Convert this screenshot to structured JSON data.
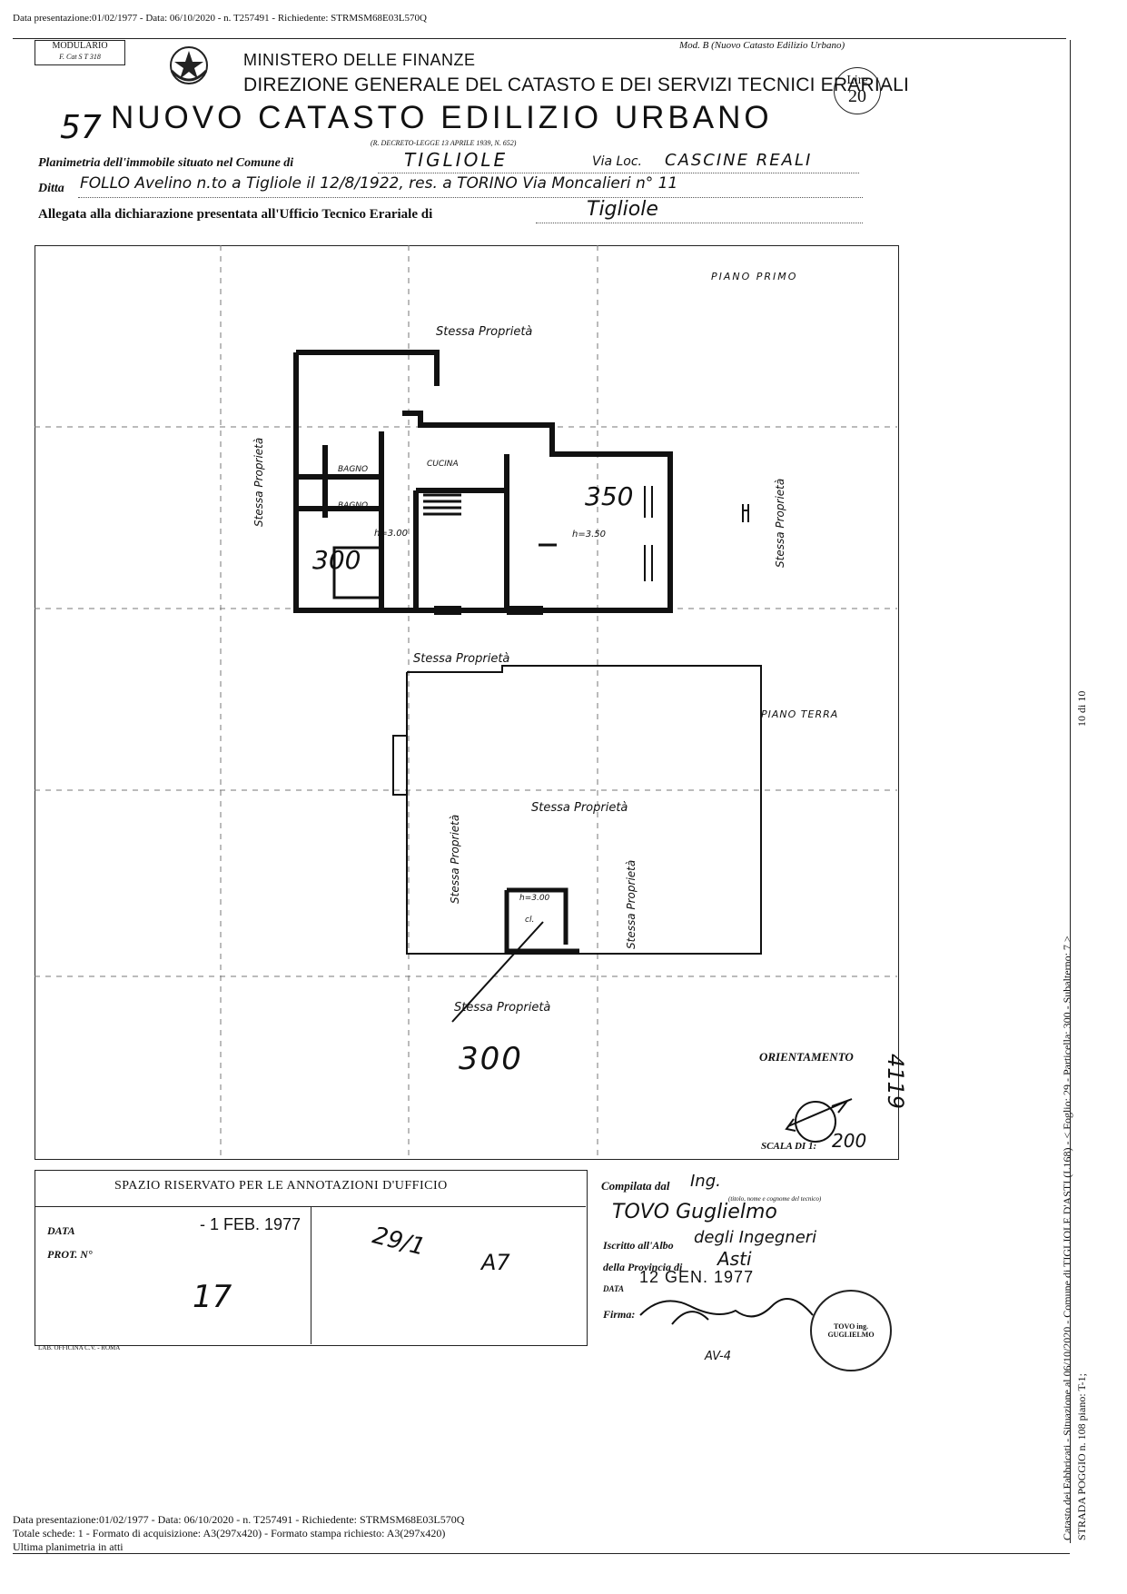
{
  "top_stamp": "Data presentazione:01/02/1977 - Data: 06/10/2020 - n. T257491 - Richiedente: STRMSM68E03L570Q",
  "modulario": {
    "title": "MODULARIO",
    "code": "F. Cat S T 318"
  },
  "mod_b": "Mod. B (Nuovo Catasto Edilizio Urbano)",
  "header": {
    "ministry": "MINISTERO DELLE FINANZE",
    "direction": "DIREZIONE GENERALE DEL CATASTO E DEI SERVIZI TECNICI ERARIALI",
    "title": "NUOVO CATASTO EDILIZIO URBANO",
    "decree": "(R. DECRETO-LEGGE 13 APRILE 1939, N. 652)",
    "number": "57",
    "lire_label": "Lire",
    "lire_value": "20"
  },
  "form": {
    "planimetria_label": "Planimetria dell'immobile situato nel Comune di",
    "comune": "TIGLIOLE",
    "via_label": "Via Loc.",
    "via": "CASCINE REALI",
    "ditta_label": "Ditta",
    "ditta": "FOLLO Avelino n.to a Tigliole il 12/8/1922, res. a TORINO Via Moncalieri n° 11",
    "allegata_label": "Allegata alla dichiarazione presentata all'Ufficio Tecnico Erariale di",
    "ufficio": "Tigliole"
  },
  "plan": {
    "piano_primo": "PIANO PRIMO",
    "piano_terra": "PIANO TERRA",
    "stessa_proprieta": "Stessa Proprietà",
    "bagno": "BAGNO",
    "cucina": "CUCINA",
    "h300": "h=3.00",
    "h350": "h=3.50",
    "n350": "350",
    "n300": "300",
    "n300b": "300",
    "h300b": "h=3.00",
    "cl": "cl.",
    "orientamento": "ORIENTAMENTO",
    "scala_label": "SCALA DI 1:",
    "scala_value": "200",
    "side_note": "4119"
  },
  "annotations": {
    "title": "SPAZIO RISERVATO PER LE ANNOTAZIONI D'UFFICIO",
    "data_label": "DATA",
    "data_value": "- 1 FEB. 1977",
    "prot_label": "PROT. N°",
    "prot_value": "17",
    "mark1": "29/1",
    "mark2": "A7",
    "printer": "LAB. OFFICINA C.V. - ROMA"
  },
  "compilata": {
    "label": "Compilata dal",
    "title": "Ing.",
    "hint": "(titolo, nome e cognome del tecnico)",
    "name": "TOVO Guglielmo",
    "iscritto_label": "Iscritto all'Albo",
    "albo": "degli Ingegneri",
    "provincia_label": "della Provincia di",
    "provincia": "Asti",
    "data_label": "DATA",
    "data": "12 GEN. 1977",
    "firma_label": "Firma:",
    "stamp": "TOVO ing. GUGLIELMO",
    "av": "AV-4"
  },
  "side_text": "Catasto dei Fabbricati - Situazione al 06/10/2020 - Comune di TIGLIOLE D'ASTI (L168) - < Foglio: 29 - Particella: 300 - Subalterno: 7 >",
  "side_text2": "STRADA POGGIO n. 108 piano: T-1;",
  "side_scheda": "10 di 10",
  "footer": {
    "line1": "Data presentazione:01/02/1977 - Data: 06/10/2020 - n. T257491 - Richiedente: STRMSM68E03L570Q",
    "line2": "Totale schede: 1 - Formato di acquisizione: A3(297x420)  - Formato stampa richiesto: A3(297x420)",
    "line3": "Ultima planimetria in atti"
  }
}
